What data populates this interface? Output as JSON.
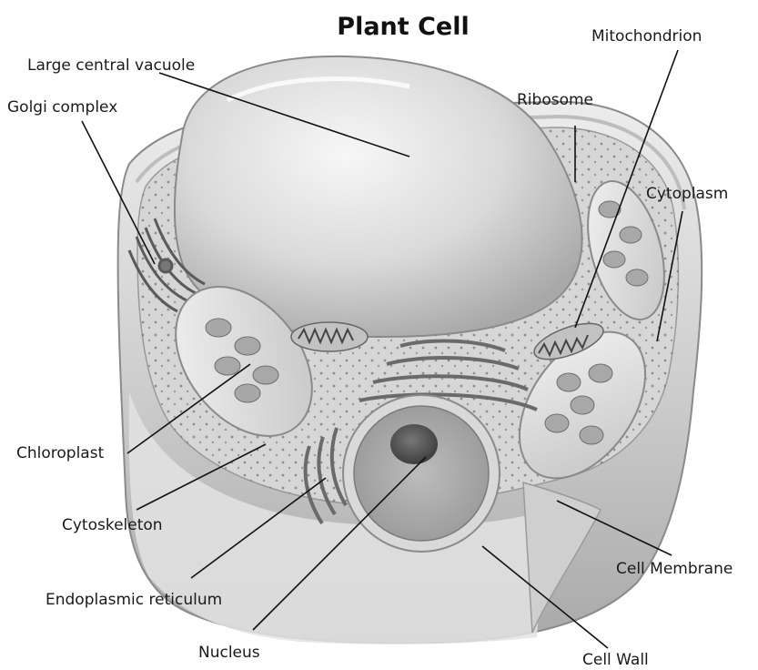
{
  "diagram": {
    "title": "Plant Cell",
    "labels": {
      "large_central_vacuole": "Large central vacuole",
      "golgi_complex": "Golgi complex",
      "mitochondrion": "Mitochondrion",
      "ribosome": "Ribosome",
      "cytoplasm": "Cytoplasm",
      "chloroplast": "Chloroplast",
      "cytoskeleton": "Cytoskeleton",
      "endoplasmic_reticulum": "Endoplasmic reticulum",
      "nucleus": "Nucleus",
      "cell_membrane": "Cell Membrane",
      "cell_wall": "Cell Wall"
    }
  }
}
